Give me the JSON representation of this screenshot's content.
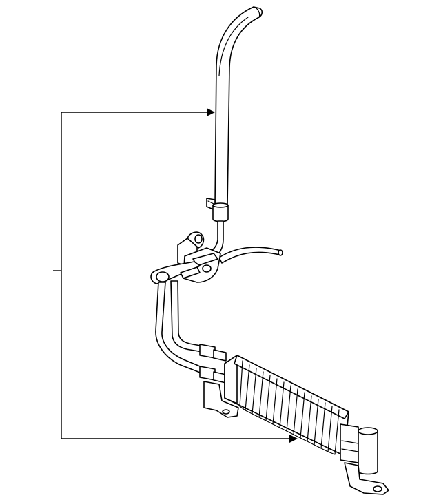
{
  "diagram": {
    "kind": "exploded parts illustration",
    "colors": {
      "line": "#000000",
      "background": "#ffffff"
    },
    "parts": [
      "cooler-hose",
      "clamp",
      "cooler-tube",
      "mounting-bracket",
      "transmission-oil-cooler",
      "cooler-end-tank",
      "cooler-mounting-bracket"
    ],
    "callouts": [
      {
        "name": "upper-callout",
        "points_to": "cooler-hose"
      },
      {
        "name": "lower-callout",
        "points_to": "transmission-oil-cooler"
      }
    ]
  }
}
